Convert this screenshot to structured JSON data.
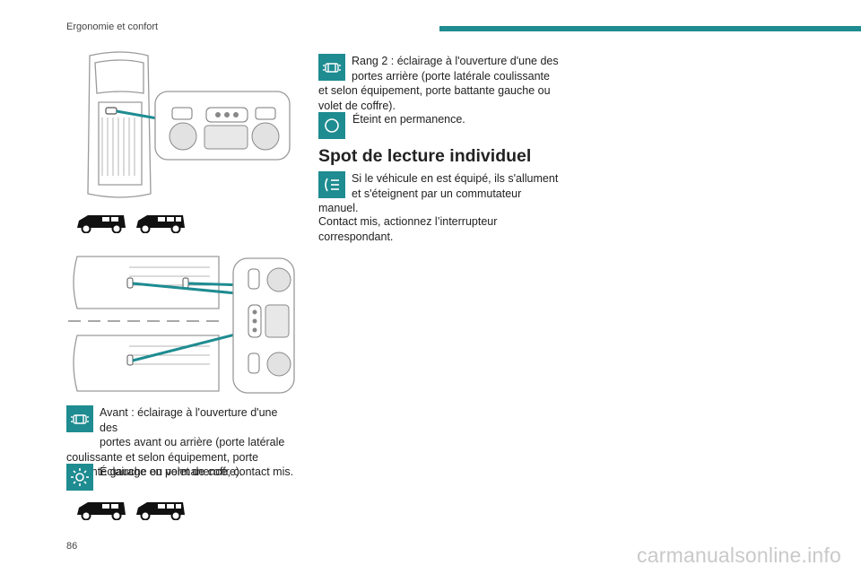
{
  "header": {
    "title": "Ergonomie et confort",
    "accent_color": "#1e8c91"
  },
  "page_number": "86",
  "watermark": "carmanualsonline.info",
  "left_column": {
    "avant": {
      "icon": "door-open-light-icon",
      "line1": "Avant : éclairage à l'ouverture d'une des",
      "line2": "portes avant ou arrière (porte latérale",
      "rest": "coulissante et selon équipement, porte battante gauche ou volet de coffre)."
    },
    "permanent": {
      "icon": "sun-light-icon",
      "text": "Éclairage en permanence, contact mis."
    }
  },
  "right_column": {
    "rang2": {
      "icon": "door-open-light-icon",
      "line1": "Rang 2 : éclairage à l'ouverture d'une des",
      "line2": "portes arrière (porte latérale coulissante",
      "rest": "et selon équipement, porte battante gauche ou volet de coffre)."
    },
    "off": {
      "icon": "circle-off-icon",
      "text": "Éteint en permanence."
    },
    "section_title": "Spot de lecture individuel",
    "spot": {
      "icon": "reading-light-icon",
      "line1": "Si le véhicule en est équipé, ils s'allument",
      "line2": "et s'éteignent par un commutateur",
      "rest": "manuel.",
      "extra": "Contact mis, actionnez l’interrupteur correspondant."
    }
  }
}
